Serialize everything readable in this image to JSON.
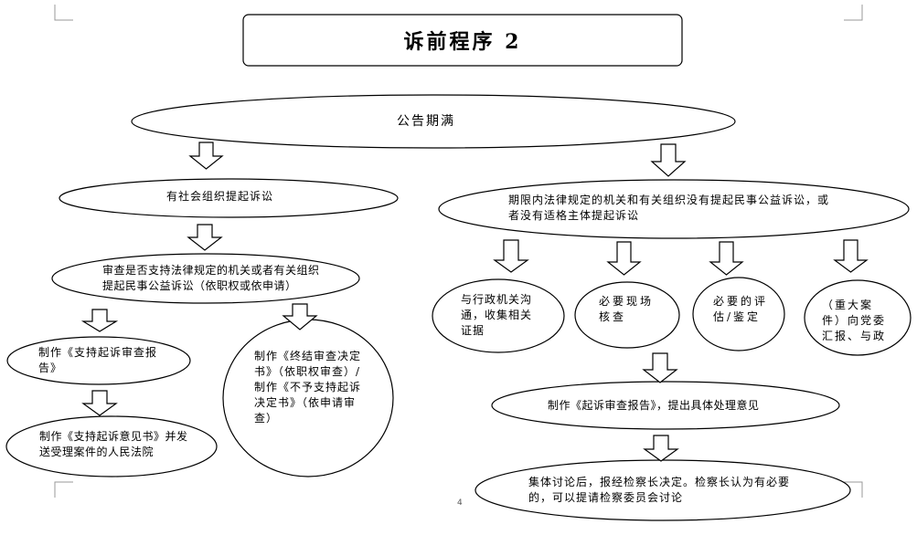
{
  "title": "诉前程序 2",
  "nodes": {
    "top": "公告期满",
    "left_branch": "有社会组织提起诉讼",
    "review": "审查是否支持法律规定的机关或者有关组织提起民事公益诉讼（依职权或依申请）",
    "support_report": "制作《支持起诉审查报告》",
    "support_opinion": "制作《支持起诉意见书》并发送受理案件的人民法院",
    "terminate_decision": "制作《终结审查决定书》（依职权审查）/ 制作《不予支持起诉决定书》（依申请审查）",
    "right_branch": "期限内法律规定的机关和有关组织没有提起民事公益诉讼，或者没有适格主体提起诉讼",
    "communicate": "与行政机关沟通，收集相关证据",
    "site_check": "必要现场核查",
    "appraisal": "必要的评估/鉴定",
    "report_party": "（重大案件）向党委汇报、与政",
    "prosecution_report": "制作《起诉审查报告》，提出具体处理意见",
    "collective_discussion": "集体讨论后，报经检察长决定。检察长认为有必要的，可以提请检察委员会讨论"
  },
  "page_number": "4"
}
